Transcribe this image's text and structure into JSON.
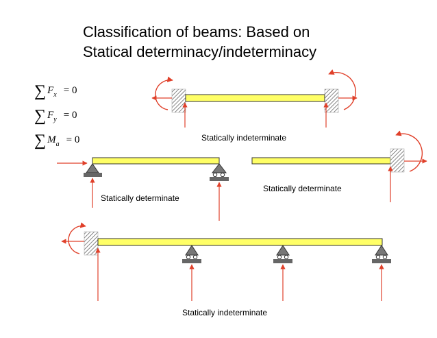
{
  "title": {
    "line1": "Classification of beams: Based on",
    "line2": "Statical determinacy/indeterminacy"
  },
  "equations": [
    {
      "variable": "F",
      "subscript": "x",
      "rhs": "0"
    },
    {
      "variable": "F",
      "subscript": "y",
      "rhs": "0"
    },
    {
      "variable": "M",
      "subscript": "a",
      "rhs": "0"
    }
  ],
  "labels": {
    "fixed_fixed": "Statically indeterminate",
    "simply_supported": "Statically determinate",
    "cantilever": "Statically determinate",
    "continuous": "Statically indeterminate"
  },
  "colors": {
    "beam_fill": "#ffff66",
    "beam_stroke": "#333333",
    "reaction": "#e0402a",
    "support_fill": "#666666"
  },
  "icons": [
    "sum-symbol",
    "fixed-support-icon",
    "pin-support-icon",
    "roller-support-icon",
    "moment-arrow-icon",
    "reaction-arrow-icon"
  ]
}
